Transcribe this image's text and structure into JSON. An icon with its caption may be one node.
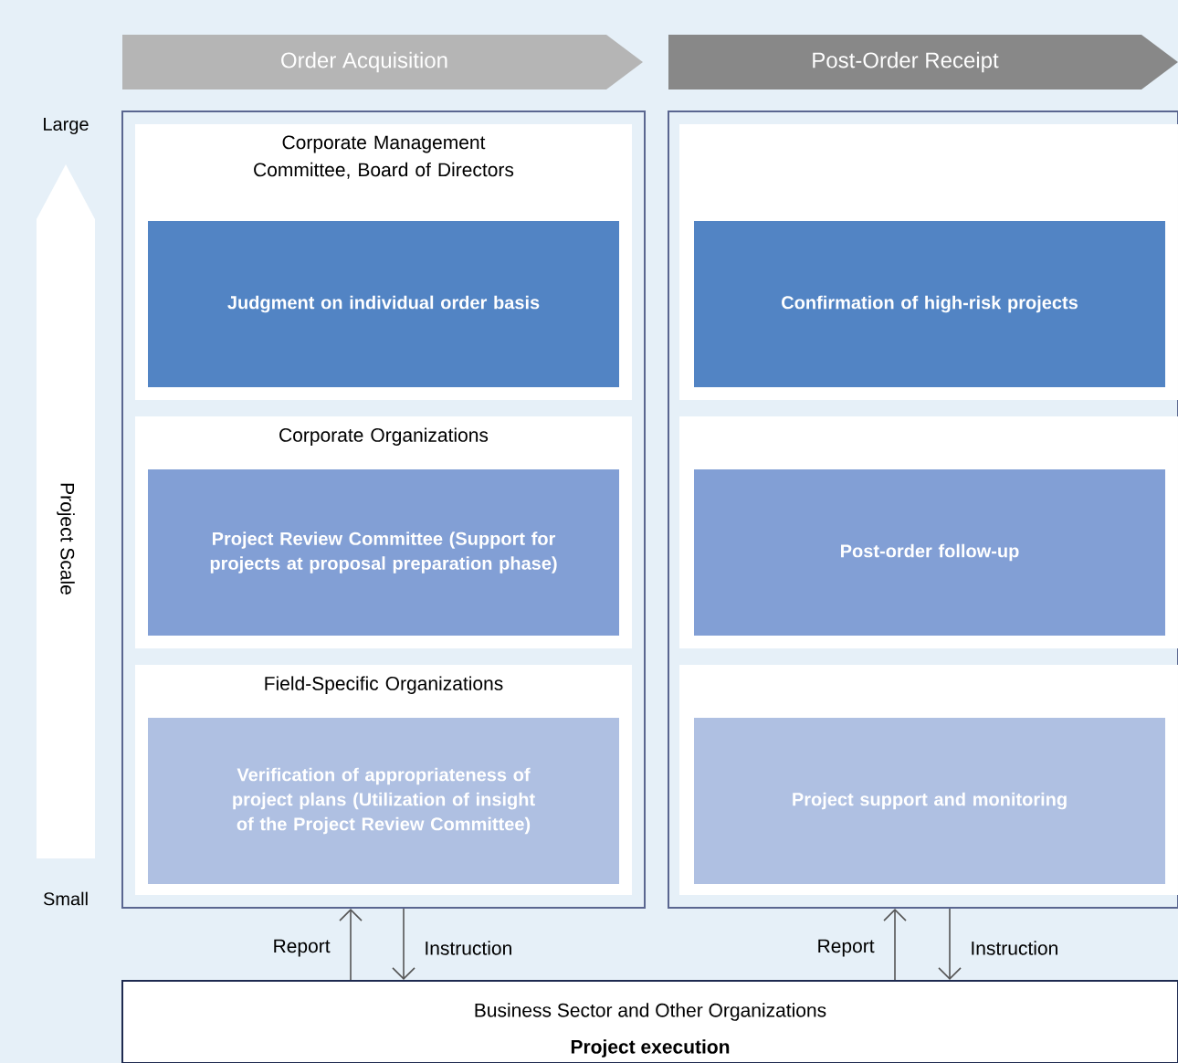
{
  "diagram": {
    "nodes": [
      {
        "text": [
          "Order Acquisition"
        ]
      },
      {
        "text": [
          "Post-Order Receipt"
        ]
      },
      {
        "text": [],
        "shape": "box"
      },
      {
        "text": [
          "Corporate Management Committee, Board of Directors"
        ],
        "in": 2
      },
      {
        "text": [
          "Judgment on individual order basis"
        ],
        "in": 3
      },
      {
        "text": [
          "Corporate Organizations"
        ],
        "in": 2
      },
      {
        "text": [
          "Project Review Committee (Support for projects at proposal preparation phase)"
        ],
        "in": 5
      },
      {
        "text": [
          "Field-Specific Organizations"
        ],
        "in": 2
      },
      {
        "text": [
          "Verification of appropriateness of project plans (Utilization of insight of the Project Review Committee)"
        ],
        "in": 7
      },
      {
        "text": [],
        "shape": "box"
      },
      {
        "text": [],
        "shape": "box",
        "in": 9
      },
      {
        "text": [
          "Confirmation of high-risk projects"
        ],
        "in": 10
      },
      {
        "text": [],
        "shape": "box",
        "in": 9
      },
      {
        "text": [
          "Post-order follow-up"
        ],
        "in": 12
      },
      {
        "text": [],
        "shape": "box",
        "in": 9
      },
      {
        "text": [
          "Project support and monitoring"
        ],
        "in": 14
      },
      {
        "text": [
          "Business Sector and Other Organizations",
          "Project execution"
        ]
      }
    ],
    "edges": [
      {
        "from": 16,
        "to": 2,
        "arrow": "to",
        "label": "Report"
      },
      {
        "from": 2,
        "to": 16,
        "arrow": "to",
        "label": "Instruction"
      },
      {
        "from": 16,
        "to": 9,
        "arrow": "to",
        "label": "Report"
      },
      {
        "from": 9,
        "to": 16,
        "arrow": "to",
        "label": "Instruction"
      }
    ],
    "labels": [
      "Large",
      "Project Scale",
      "Small"
    ]
  }
}
